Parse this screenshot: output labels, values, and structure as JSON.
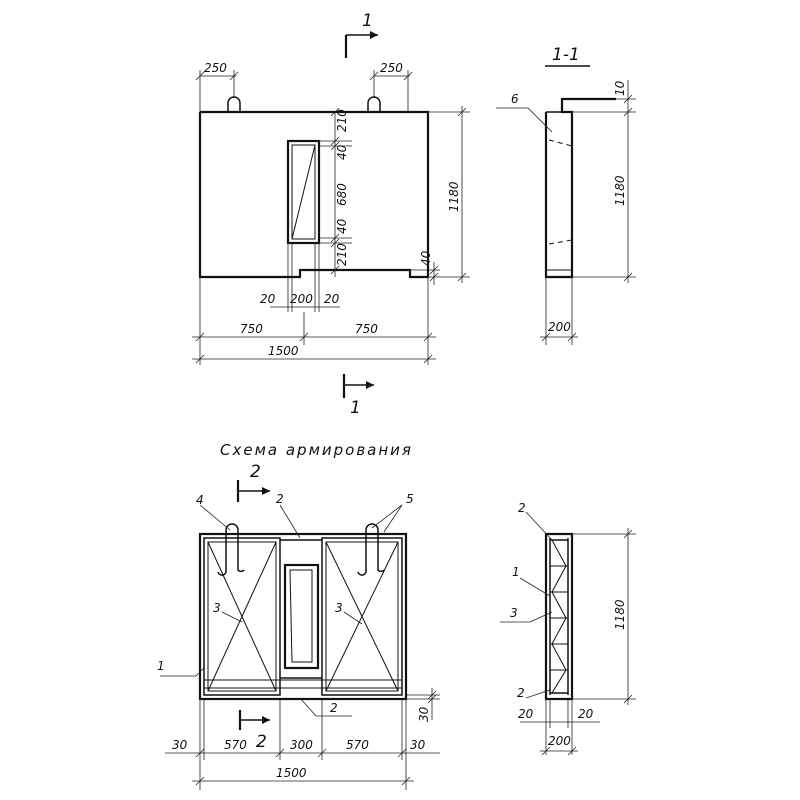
{
  "elevation": {
    "section_mark": "1",
    "dims": {
      "loop_offset_left": "250",
      "loop_offset_right": "250",
      "height": "1180",
      "v210_top": "210",
      "v40_top": "40",
      "v680": "680",
      "v40_bottom": "40",
      "v210_bottom": "210",
      "v40_step": "40",
      "h20_left": "20",
      "h200": "200",
      "h20_right": "20",
      "h750_left": "750",
      "h750_right": "750",
      "h1500": "1500"
    }
  },
  "section_1_1": {
    "title": "1-1",
    "callout_6": "6",
    "dims": {
      "v10": "10",
      "v1180": "1180",
      "h200": "200"
    }
  },
  "reinforcement": {
    "title": "Схема армирования",
    "section_mark": "2",
    "callouts": {
      "c1": "1",
      "c2_top": "2",
      "c2_bottom": "2",
      "c3_left": "3",
      "c3_right": "3",
      "c4": "4",
      "c5": "5"
    },
    "dims": {
      "h30_left": "30",
      "h570_left": "570",
      "h300": "300",
      "h570_right": "570",
      "h30_right": "30",
      "h1500": "1500",
      "v30": "30"
    }
  },
  "section_2_2": {
    "callouts": {
      "c2_top": "2",
      "c1": "1",
      "c3": "3",
      "c2_bottom": "2"
    },
    "dims": {
      "v1180": "1180",
      "h20_left": "20",
      "h20_right": "20",
      "h200": "200"
    }
  }
}
